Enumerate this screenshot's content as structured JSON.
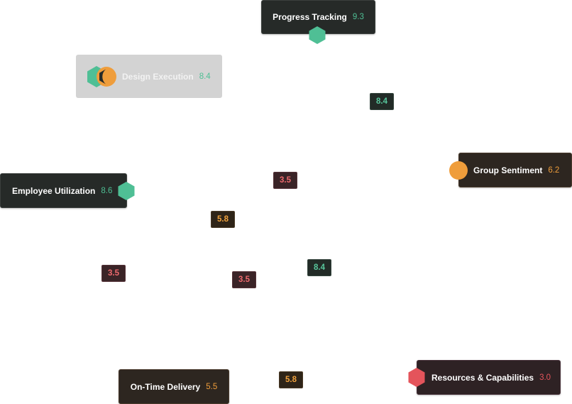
{
  "nodes": {
    "progress_tracking": {
      "label": "Progress Tracking",
      "value": "9.3"
    },
    "design_execution": {
      "label": "Design Execution",
      "value": "8.4"
    },
    "employee_utilization": {
      "label": "Employee Utilization",
      "value": "8.6"
    },
    "group_sentiment": {
      "label": "Group Sentiment",
      "value": "6.2"
    },
    "on_time_delivery": {
      "label": "On-Time Delivery",
      "value": "5.5"
    },
    "resources_capabilities": {
      "label": "Resources & Capabilities",
      "value": "3.0"
    }
  },
  "badges": {
    "b1": "8.4",
    "b2": "3.5",
    "b3": "5.8",
    "b4": "8.4",
    "b5": "3.5",
    "b6": "3.5",
    "b7": "5.8"
  },
  "icons": {
    "hexagon": "hexagon-icon",
    "circle": "circle-icon",
    "combined": "hexagon-circle-icon"
  },
  "colors": {
    "good": "#4fbf95",
    "medium": "#ef9d3b",
    "bad": "#e4545b"
  }
}
